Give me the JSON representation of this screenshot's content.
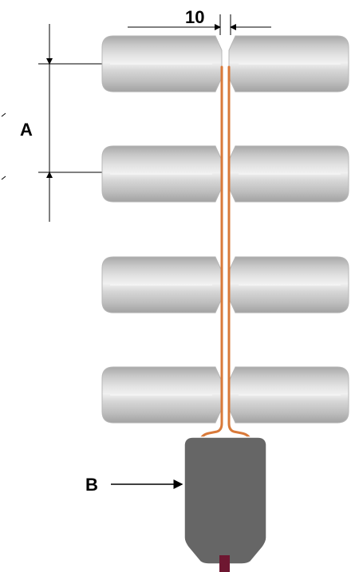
{
  "labels": {
    "gap_dimension": "10",
    "spacing_label": "A",
    "bottom_component_label": "B"
  },
  "colors": {
    "roller_fill": "#cfcfcf",
    "roller_light": "#ececec",
    "roller_dark": "#a7a7a7",
    "strip_color": "#d97a3a",
    "bottom_block_fill": "#666666",
    "stem_color": "#6e1731",
    "line_color": "#000000"
  },
  "components": {
    "roller_pairs": 4
  }
}
